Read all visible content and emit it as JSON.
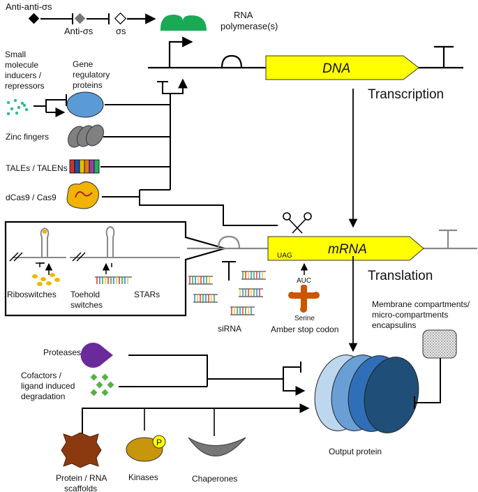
{
  "top": {
    "anti_anti_sigma": "Anti-anti-σs",
    "anti_sigma": "Anti-σs",
    "sigma": "σs",
    "rna_polymerase_line1": "RNA",
    "rna_polymerase_line2": "polymerase(s)"
  },
  "dna": {
    "label": "DNA",
    "transcription": "Transcription"
  },
  "regulators": {
    "small_molecule": [
      "Small",
      "molecule",
      "inducers /",
      "repressors"
    ],
    "gene_regulatory": [
      "Gene",
      "regulatory",
      "proteins"
    ],
    "zinc_fingers": "Zinc fingers",
    "tales": "TALEs / TALENs",
    "dcas9": "dCas9 / Cas9"
  },
  "mrna": {
    "label": "mRNA",
    "codon": "UAG",
    "translation": "Translation",
    "anticodon": "AUC",
    "serine": "Serine",
    "amber": "Amber stop codon",
    "sirna": "siRNA"
  },
  "inset": {
    "riboswitches": "Riboswitches",
    "toehold_line1": "Toehold",
    "toehold_line2": "switches",
    "stars": "STARs"
  },
  "protein_level": {
    "proteases": "Proteases",
    "cofactors": [
      "Cofactors /",
      "ligand induced",
      "degradation"
    ],
    "membrane": [
      "Membrane compartments/",
      "micro-compartments",
      "encapsulins"
    ],
    "output": "Output protein",
    "scaffolds": [
      "Protein / RNA",
      "scaffolds"
    ],
    "kinases": "Kinases",
    "kinase_p": "P",
    "chaperones": "Chaperones"
  },
  "colors": {
    "gene_box": "#ffff00",
    "protein_blue": "#5b9bd5",
    "green_poly": "#1aaa55",
    "orange": "#cc5500",
    "purple": "#6a2a9c",
    "scaffold": "#8b3a0f",
    "kinase": "#c8960a",
    "teal_dots": "#2eb89a",
    "green_diamonds": "#56b046"
  }
}
